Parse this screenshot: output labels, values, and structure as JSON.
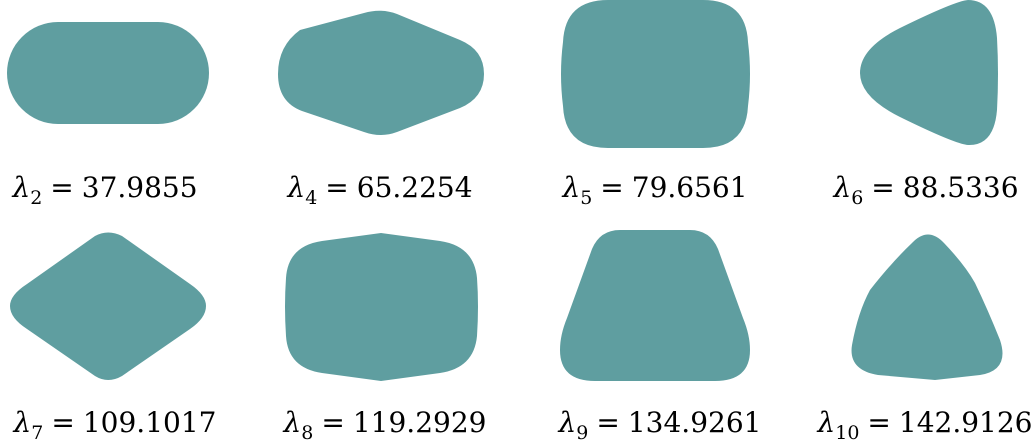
{
  "colors": {
    "shape_fill": "#5f9ea0",
    "text": "#000000",
    "background": "#ffffff"
  },
  "symbol": "λ",
  "items": [
    {
      "shape": "stadium",
      "subscript": "2",
      "equals": "=",
      "value": "37.9855"
    },
    {
      "shape": "rounded-hexagon-horizontal",
      "subscript": "4",
      "equals": "=",
      "value": "65.2254"
    },
    {
      "shape": "rounded-square",
      "subscript": "5",
      "equals": "=",
      "value": "79.6561"
    },
    {
      "shape": "rounded-triangle-left",
      "subscript": "6",
      "equals": "=",
      "value": "88.5336"
    },
    {
      "shape": "rounded-rhombus",
      "subscript": "7",
      "equals": "=",
      "value": "109.1017"
    },
    {
      "shape": "rounded-barrel-rectangle",
      "subscript": "8",
      "equals": "=",
      "value": "119.2929"
    },
    {
      "shape": "rounded-trapezoid",
      "subscript": "9",
      "equals": "=",
      "value": "134.9261"
    },
    {
      "shape": "rounded-triangle-up",
      "subscript": "10",
      "equals": "=",
      "value": "142.9126"
    }
  ]
}
